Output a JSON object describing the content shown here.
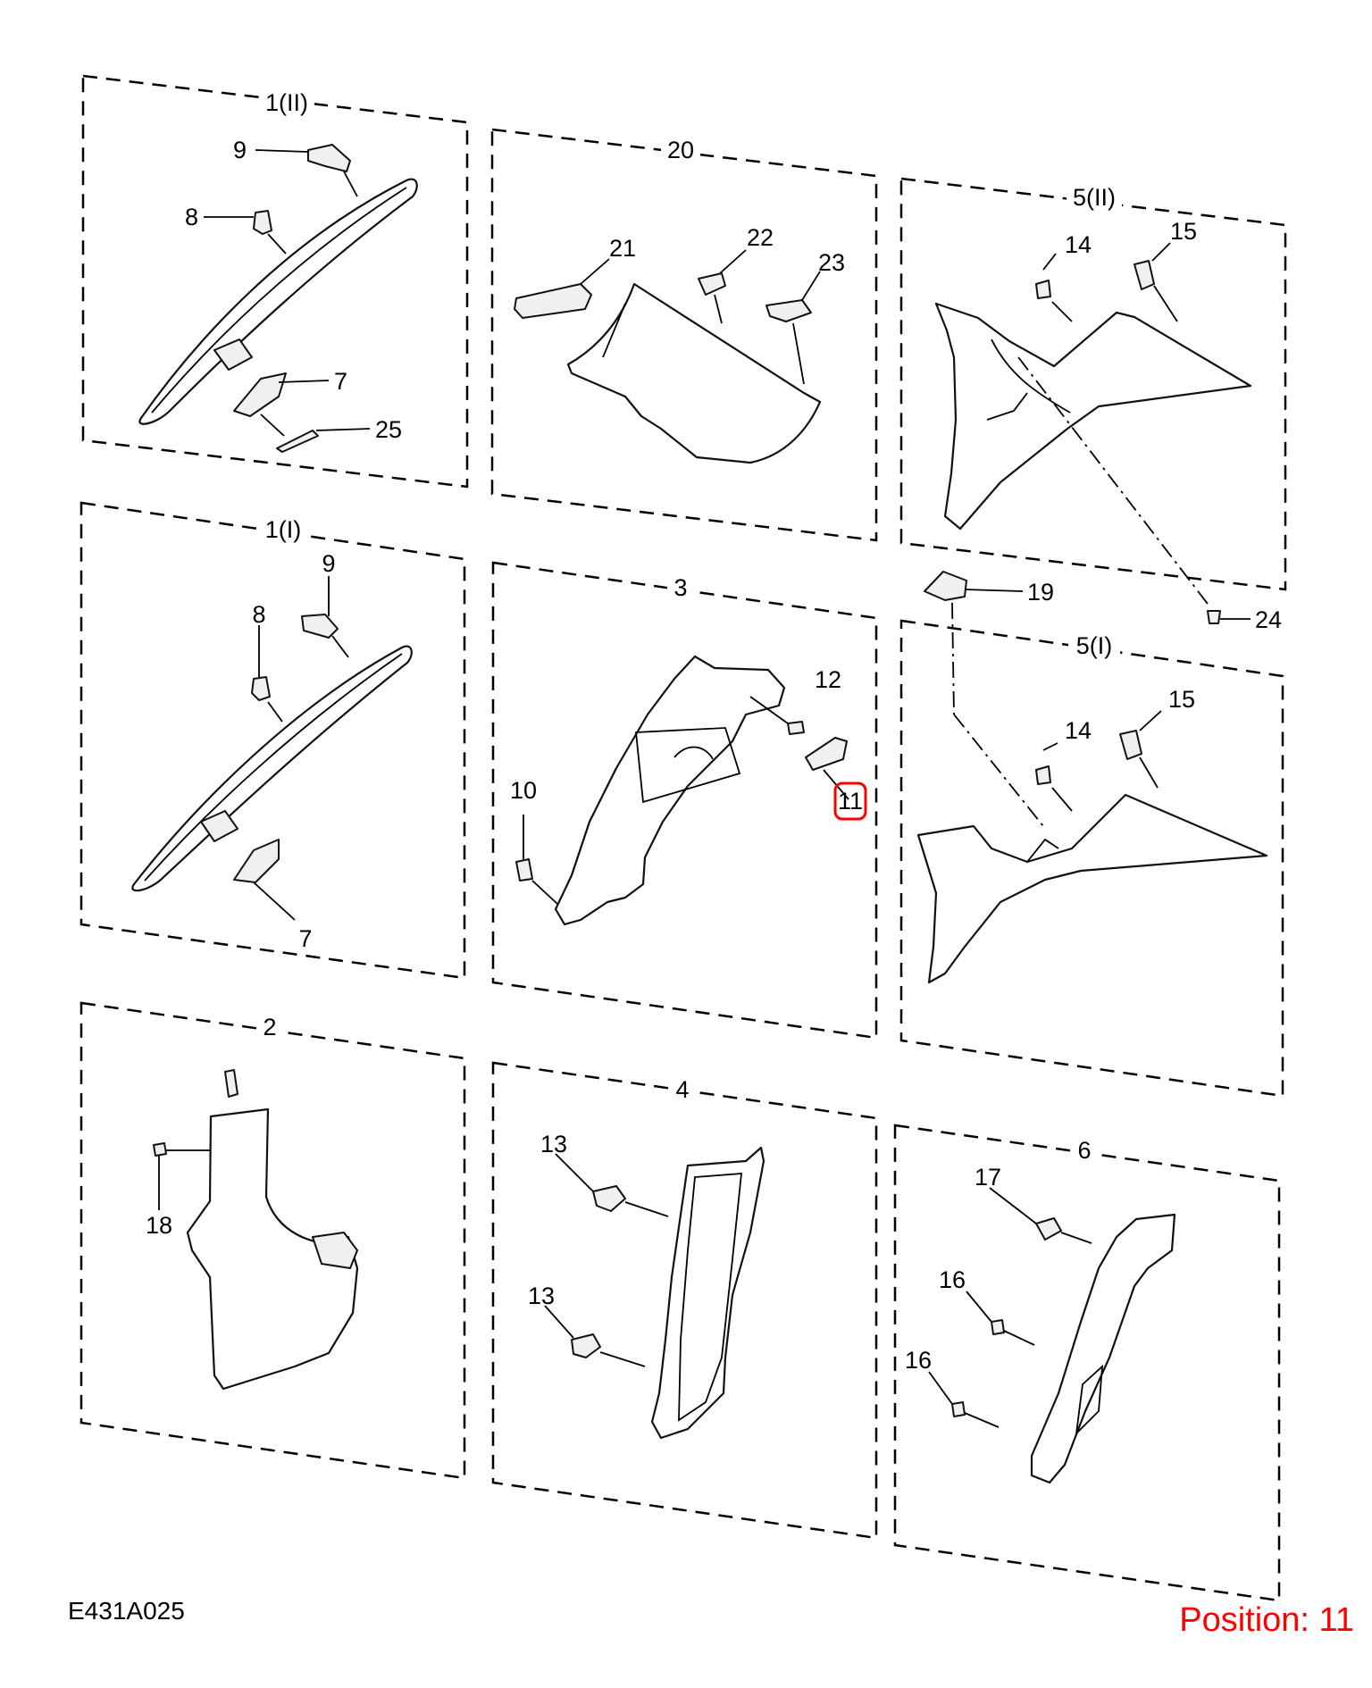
{
  "groups": [
    {
      "id": "1-II",
      "label": "1(II)"
    },
    {
      "id": "20",
      "label": "20"
    },
    {
      "id": "5-II",
      "label": "5(II)"
    },
    {
      "id": "1-I",
      "label": "1(I)"
    },
    {
      "id": "3",
      "label": "3"
    },
    {
      "id": "5-I",
      "label": "5(I)"
    },
    {
      "id": "2",
      "label": "2"
    },
    {
      "id": "4",
      "label": "4"
    },
    {
      "id": "6",
      "label": "6"
    }
  ],
  "callouts": {
    "p9a": "9",
    "p8a": "8",
    "p7a": "7",
    "p25": "25",
    "p21": "21",
    "p22": "22",
    "p23": "23",
    "p14a": "14",
    "p15a": "15",
    "p19": "19",
    "p24": "24",
    "p9b": "9",
    "p8b": "8",
    "p7b": "7",
    "p12": "12",
    "p10": "10",
    "p11": "11",
    "p14b": "14",
    "p15b": "15",
    "p18": "18",
    "p13a": "13",
    "p13b": "13",
    "p17": "17",
    "p16a": "16",
    "p16b": "16"
  },
  "highlighted_callout": "11",
  "highlight_color": "#ff0000",
  "diagram_code": "E431A025",
  "position_label": "Position: 11"
}
